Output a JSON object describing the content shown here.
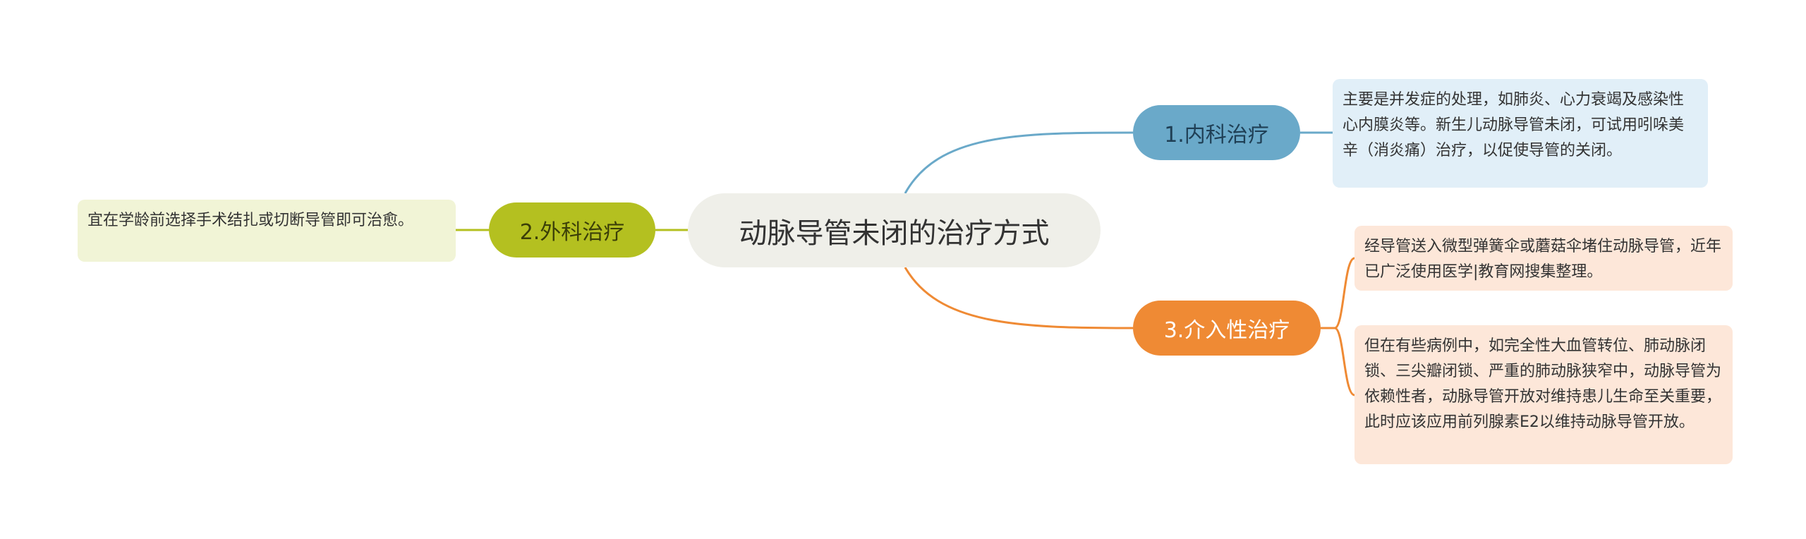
{
  "central": {
    "title": "动脉导管未闭的治疗方式"
  },
  "branches": [
    {
      "id": "neike",
      "label": "1.内科治疗",
      "color": "#6aa9c9",
      "notes": [
        "主要是并发症的处理，如肺炎、心力衰竭及感染性心内膜炎等。新生儿动脉导管未闭，可试用吲哚美辛（消炎痛）治疗，以促使导管的关闭。"
      ]
    },
    {
      "id": "waike",
      "label": "2.外科治疗",
      "color": "#b4c020",
      "notes": [
        "宜在学龄前选择手术结扎或切断导管即可治愈。"
      ]
    },
    {
      "id": "jieru",
      "label": "3.介入性治疗",
      "color": "#ef8a34",
      "notes": [
        "经导管送入微型弹簧伞或蘑菇伞堵住动脉导管，近年已广泛使用医学|教育网搜集整理。",
        "但在有些病例中，如完全性大血管转位、肺动脉闭锁、三尖瓣闭锁、严重的肺动脉狭窄中，动脉导管为依赖性者，动脉导管开放对维持患儿生命至关重要，此时应该应用前列腺素E2以维持动脉导管开放。"
      ]
    }
  ]
}
